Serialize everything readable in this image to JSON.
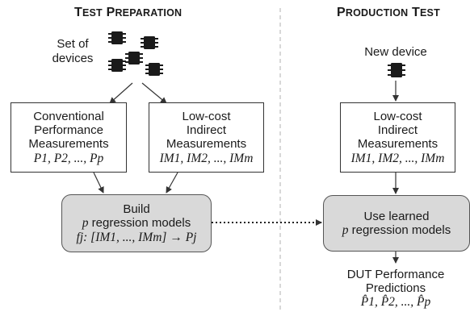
{
  "sections": {
    "left_title": {
      "first_cap": "T",
      "first_rest": "EST",
      "second_cap": "P",
      "second_rest": "REPARATION"
    },
    "right_title": {
      "first_cap": "P",
      "first_rest": "RODUCTION",
      "second_cap": "T",
      "second_rest": "EST"
    }
  },
  "left": {
    "devices_label_line1": "Set of",
    "devices_label_line2": "devices",
    "conventional_box": {
      "line1": "Conventional",
      "line2": "Performance",
      "line3": "Measurements",
      "math": "P1, P2, ..., Pp"
    },
    "lowcost_box": {
      "line1": "Low-cost",
      "line2": "Indirect",
      "line3": "Measurements",
      "math": "IM1, IM2, ..., IMm"
    },
    "build_box": {
      "line1": "Build",
      "line2_var": "p",
      "line2_rest": " regression models",
      "math": "fj: [IM1, ..., IMm] → Pj"
    }
  },
  "right": {
    "new_device_label": "New device",
    "lowcost_box": {
      "line1": "Low-cost",
      "line2": "Indirect",
      "line3": "Measurements",
      "math": "IM1, IM2, ..., IMm"
    },
    "use_box": {
      "line1": "Use learned",
      "line2_var": "p",
      "line2_rest": " regression models"
    },
    "predictions": {
      "line1": "DUT Performance",
      "line2": "Predictions",
      "math": "P̂1, P̂2, ..., P̂p"
    }
  },
  "colors": {
    "gray_box": "#d9d9d9",
    "chip": "#1a1a1a",
    "divider": "#b0b0b0"
  }
}
